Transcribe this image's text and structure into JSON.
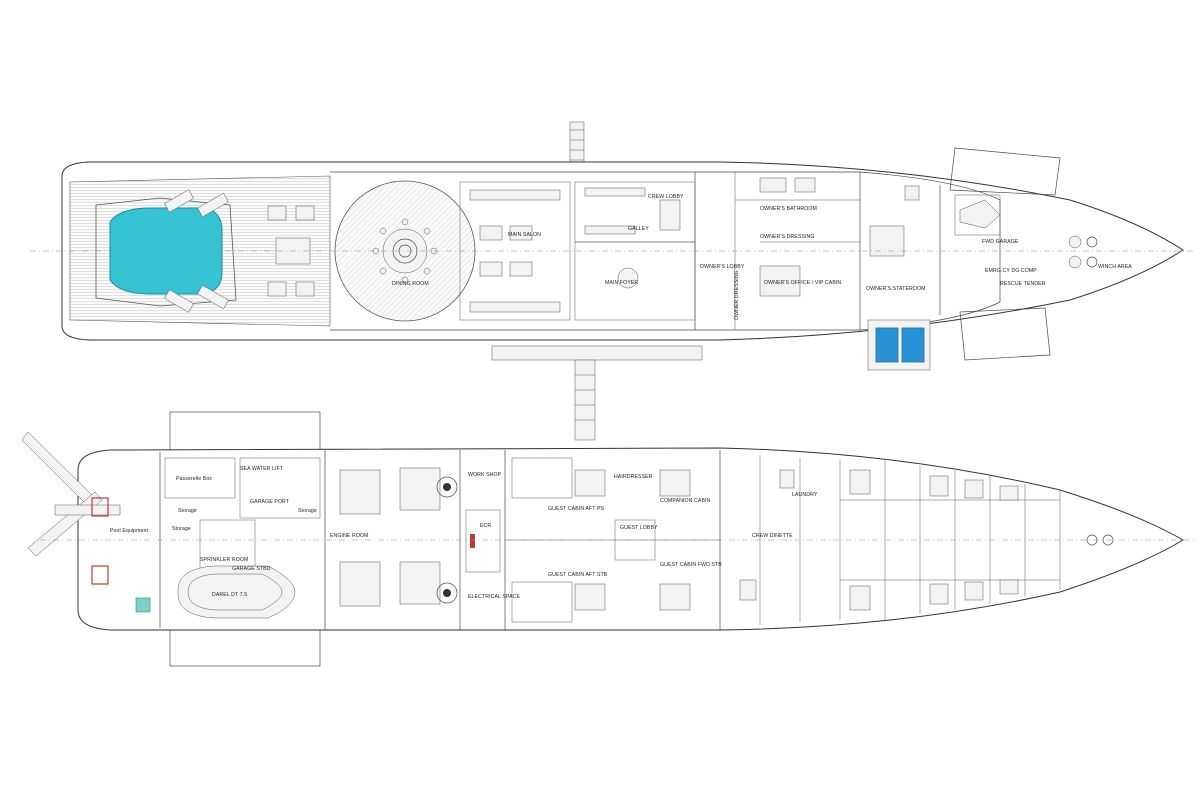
{
  "colors": {
    "pool": "#35c3d3",
    "line": "#444444",
    "accent_red": "#c0392b",
    "jacuzzi": "#2a93d5"
  },
  "upper_deck": {
    "labels": {
      "main_salon": "MAIN SALON",
      "dining_room": "DINING ROOM",
      "galley": "GALLEY",
      "main_foyer": "MAIN FOYER",
      "owners_lobby": "OWNER'S LOBBY",
      "owners_bathroom": "OWNER'S BATHROOM",
      "owners_dressing": "OWNER'S DRESSING",
      "owners_office": "OWNER'S OFFICE / VIP CABIN",
      "owners_stateroom": "OWNER'S STATEROOM",
      "fwd_garage": "FWD GARAGE",
      "emergency_comp": "EMRG.CY DG COMP",
      "winch_area": "WINCH AREA",
      "rescue_tender": "RESCUE TENDER",
      "crew_lobby": "CREW LOBBY",
      "owner_dressing_vert": "OWNER DRESSING"
    }
  },
  "lower_deck": {
    "labels": {
      "passerelle_box": "Passerelle Box",
      "sea_water_lift": "SEA WATER LIFT",
      "garage_port": "GARAGE PORT",
      "storage_1": "Storage",
      "storage_2": "Storage",
      "storage_3": "Storage",
      "pool_equipment": "Pool Equipment",
      "engine_room": "ENGINE ROOM",
      "garage_stbd": "GARAGE STBD",
      "tender": "DAREL DT 7.5",
      "sprinkler_room": "SPRINKLER ROOM",
      "work_shop": "WORK SHOP",
      "ecr": "ECR",
      "electrical_space": "ELECTRICAL SPACE",
      "guest_cabin_aft_ps": "GUEST CABIN AFT PS",
      "guest_cabin_aft_stb": "GUEST CABIN AFT STB",
      "guest_lobby": "GUEST LOBBY",
      "guest_cabin_fwd_stb": "GUEST CABIN FWD STB",
      "companion_cabin": "COMPANION CABIN",
      "hairdresser": "HAIRDRESSER",
      "laundry": "LAUNDRY",
      "crew_dinette": "CREW DINETTE"
    }
  }
}
